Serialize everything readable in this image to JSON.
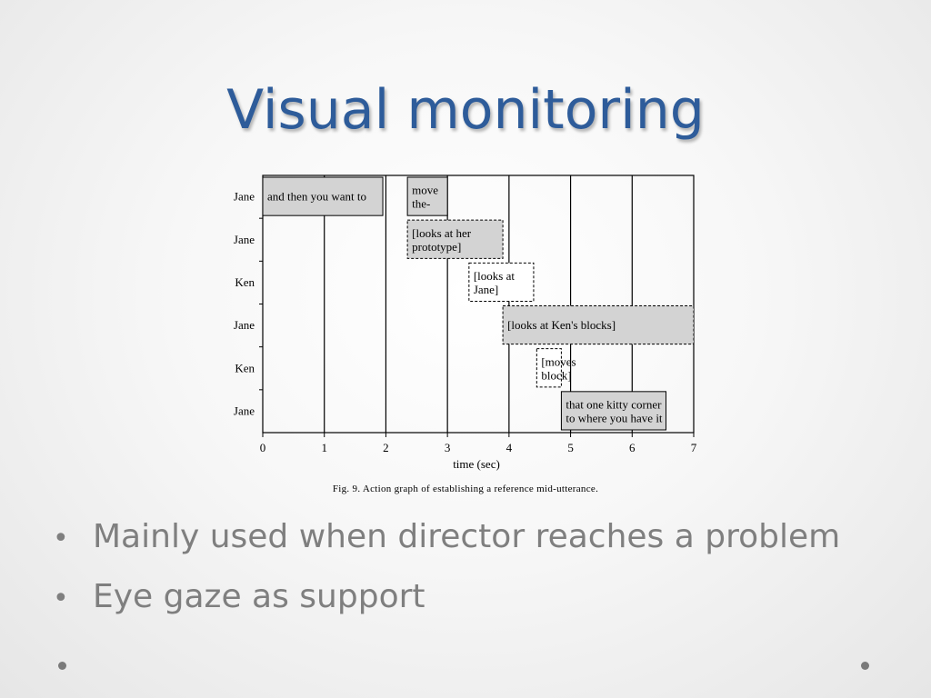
{
  "slide": {
    "title": "Visual monitoring",
    "caption": "Fig. 9. Action graph of establishing a reference mid-utterance.",
    "bullets": [
      "Mainly used when director reaches a problem",
      "Eye gaze as support"
    ],
    "bullet_glyph": "•"
  },
  "chart_data": {
    "type": "bar",
    "subtype": "action-timeline",
    "title": "",
    "xlabel": "time (sec)",
    "ylabel": "",
    "xlim": [
      0,
      7
    ],
    "xticks": [
      0,
      1,
      2,
      3,
      4,
      5,
      6,
      7
    ],
    "grid": "vertical",
    "rows": [
      "Jane",
      "Jane",
      "Ken",
      "Jane",
      "Ken",
      "Jane"
    ],
    "events": [
      {
        "row": 0,
        "start": 0.0,
        "end": 1.95,
        "lines": [
          "and then you want to"
        ],
        "style": "solid",
        "filled": true
      },
      {
        "row": 0,
        "start": 2.35,
        "end": 3.0,
        "lines": [
          "move",
          "the-"
        ],
        "style": "solid",
        "filled": true
      },
      {
        "row": 1,
        "start": 2.35,
        "end": 3.9,
        "lines": [
          "[looks at her",
          "prototype]"
        ],
        "style": "dashed",
        "filled": true
      },
      {
        "row": 2,
        "start": 3.35,
        "end": 4.4,
        "lines": [
          "[looks at",
          "Jane]"
        ],
        "style": "dashed",
        "filled": false
      },
      {
        "row": 3,
        "start": 3.9,
        "end": 7.0,
        "lines": [
          "[looks at Ken's blocks]"
        ],
        "style": "dashed",
        "filled": true
      },
      {
        "row": 4,
        "start": 4.45,
        "end": 4.85,
        "lines": [
          "[moves",
          "block]"
        ],
        "style": "dashed",
        "filled": false
      },
      {
        "row": 5,
        "start": 4.85,
        "end": 6.55,
        "lines": [
          "that one kitty corner",
          "to where you have it"
        ],
        "style": "solid",
        "filled": true
      }
    ],
    "colors": {
      "fill": "#d3d3d3",
      "axis": "#000000"
    }
  }
}
